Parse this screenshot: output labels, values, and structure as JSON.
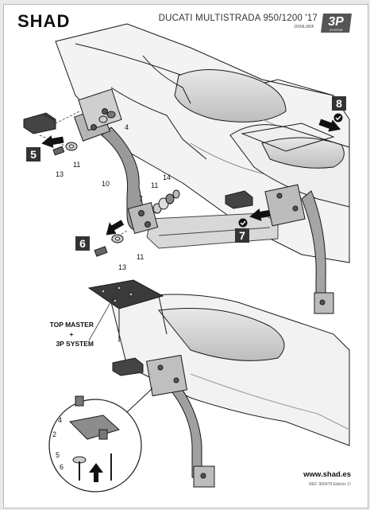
{
  "header": {
    "brand": "SHAD",
    "model": "DUCATI MULTISTRADA 950/1200 '17",
    "model_code": "D0ML98IF",
    "badge": {
      "text": "3P",
      "subtext": "SYSTEM"
    }
  },
  "steps": {
    "step5": "5",
    "step6": "6",
    "step7": "7",
    "step8": "8"
  },
  "part_labels": {
    "p4a": "4",
    "p11a": "11",
    "p13a": "13",
    "p10": "10",
    "p7": "7",
    "p14": "14",
    "p11b": "11",
    "p11c": "11",
    "p13b": "13",
    "d4": "4",
    "d2": "2",
    "d5": "5",
    "d6": "6"
  },
  "callout": {
    "line1": "TOP MASTER",
    "line2": "+",
    "line3": "3P SYSTEM"
  },
  "footer": {
    "website": "www.shad.es",
    "reference": "REF. 900479 Edición 1ª"
  },
  "colors": {
    "ink": "#1a1a1a",
    "metal": "#8a8a8a",
    "light_metal": "#c9c9c9",
    "step_box": "#333333"
  },
  "icons": [
    "check-icon",
    "arrow-icon"
  ]
}
